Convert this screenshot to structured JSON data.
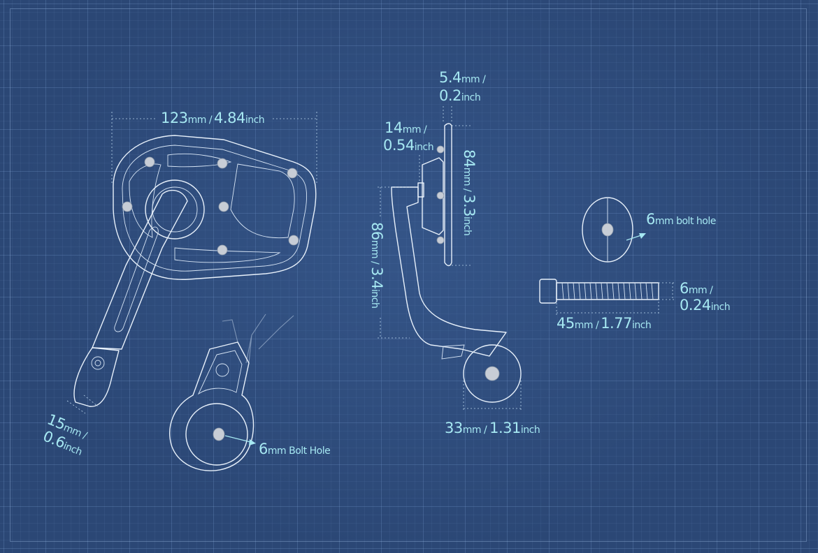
{
  "labels": {
    "mirror_width_a": "123",
    "mirror_width_b": "mm /",
    "mirror_width_c": "4.84",
    "mirror_width_d": "inch",
    "clamp_a": "15",
    "clamp_b": "mm /",
    "clamp_c": "0.6",
    "clamp_d": "inch",
    "bolt_hole_left_a": "6",
    "bolt_hole_left_b": "mm Bolt Hole",
    "thick_a": "5.4",
    "thick_b": "mm /",
    "thick_c": "0.2",
    "thick_d": "inch",
    "mount_a": "14",
    "mount_b": "mm /",
    "mount_c": "0.54",
    "mount_d": "inch",
    "height_a": "84",
    "height_b": "mm / ",
    "height_c": "3.3",
    "height_d": "inch",
    "arm_a": "86",
    "arm_b": "mm / ",
    "arm_c": "3.4",
    "arm_d": "inch",
    "clamp_w_a": "33",
    "clamp_w_b": "mm / ",
    "clamp_w_c": "1.31",
    "clamp_w_d": "inch",
    "washer_a": "6",
    "washer_b": "mm bolt hole",
    "bolt_d_a": "6",
    "bolt_d_b": "mm /",
    "bolt_d_c": "0.24",
    "bolt_d_d": "inch",
    "bolt_l_a": "45",
    "bolt_l_b": "mm /",
    "bolt_l_c": "1.77",
    "bolt_l_d": "inch"
  },
  "colors": {
    "background": "#2b4775",
    "dimension_text": "#a6e8f2",
    "line": "#e8f1fb"
  }
}
